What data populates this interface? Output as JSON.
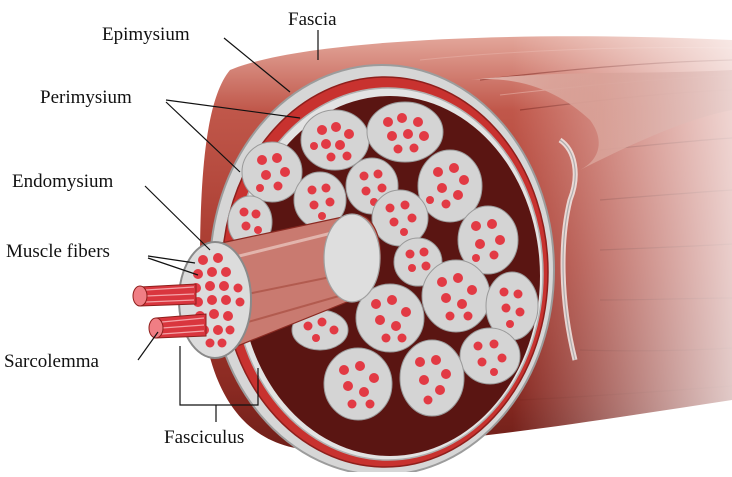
{
  "labels": {
    "fascia": "Fascia",
    "epimysium": "Epimysium",
    "perimysium": "Perimysium",
    "endomysium": "Endomysium",
    "muscle_fibers": "Muscle fibers",
    "sarcolemma": "Sarcolemma",
    "fasciculus": "Fasciculus"
  },
  "colors": {
    "muscle_dark": "#8e2a22",
    "muscle_mid": "#b5473a",
    "muscle_light": "#d98a7a",
    "fascia_gray": "#c9c9c9",
    "fiber_red": "#e23a44",
    "perimysium_gray": "#d7d7d7",
    "interior_dark": "#5a1512"
  }
}
